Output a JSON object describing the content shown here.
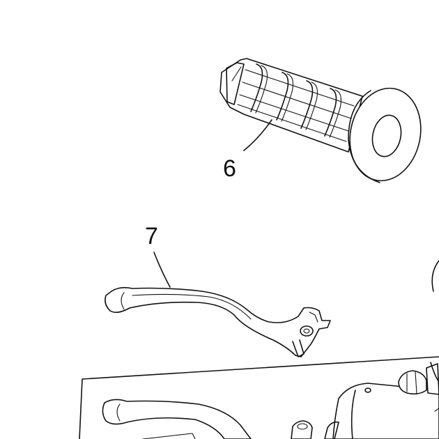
{
  "figure": {
    "type": "exploded parts diagram",
    "parts": [
      {
        "label": "6",
        "part": "handlebar-grip"
      },
      {
        "label": "7",
        "part": "clutch-lever"
      }
    ]
  },
  "colors": {
    "line": "#111111",
    "background": "#ffffff"
  }
}
